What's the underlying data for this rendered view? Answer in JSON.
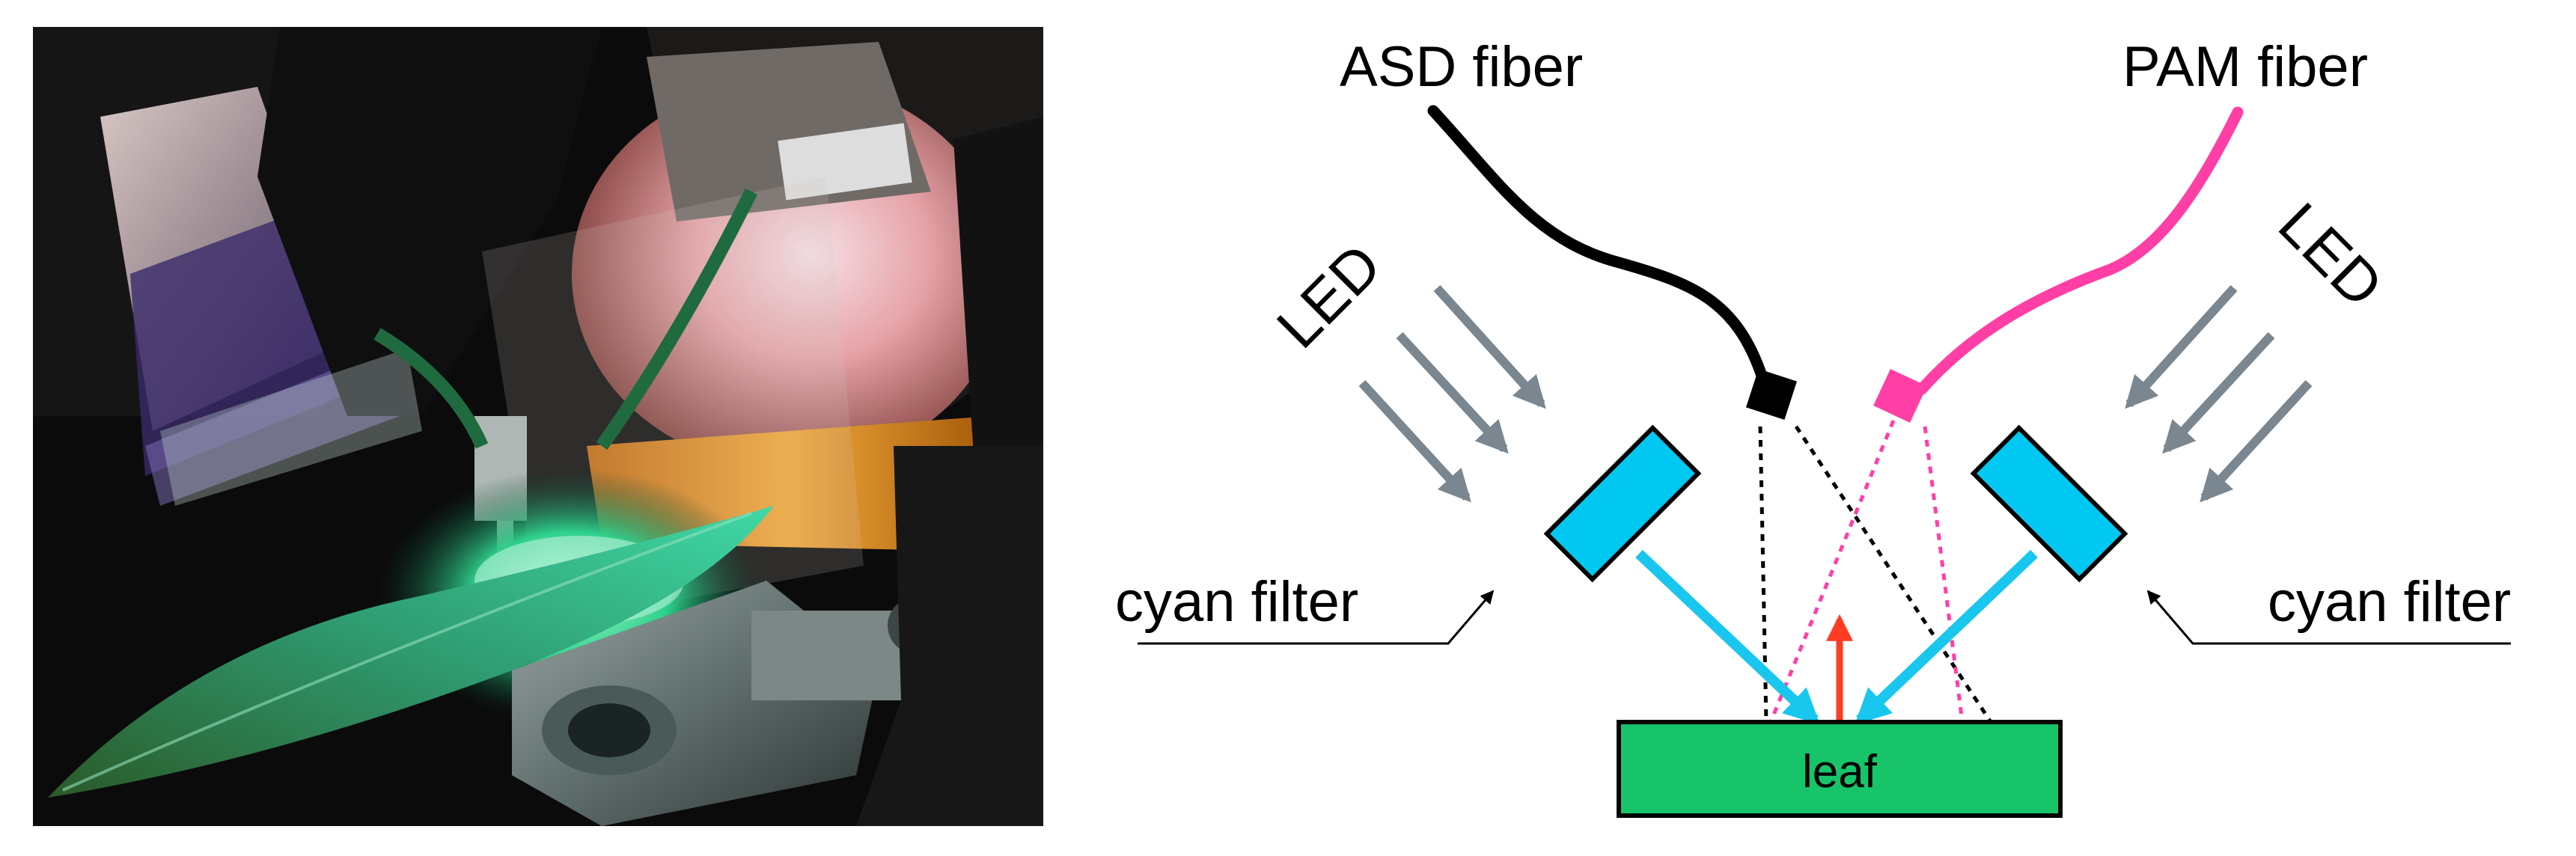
{
  "diagram": {
    "asd_fiber_label": "ASD fiber",
    "pam_fiber_label": "PAM fiber",
    "led_left_label": "LED",
    "led_right_label": "LED",
    "cyan_filter_left_label": "cyan filter",
    "cyan_filter_right_label": "cyan filter",
    "leaf_label": "leaf"
  },
  "colors": {
    "asd_fiber": "#000000",
    "pam_fiber": "#ff3fa6",
    "led_arrows": "#7a8790",
    "cyan_filter": "#00c8f0",
    "cyan_light": "#19c6ee",
    "fluorescence_arrow": "#ff3b24",
    "leaf": "#17c46a"
  }
}
